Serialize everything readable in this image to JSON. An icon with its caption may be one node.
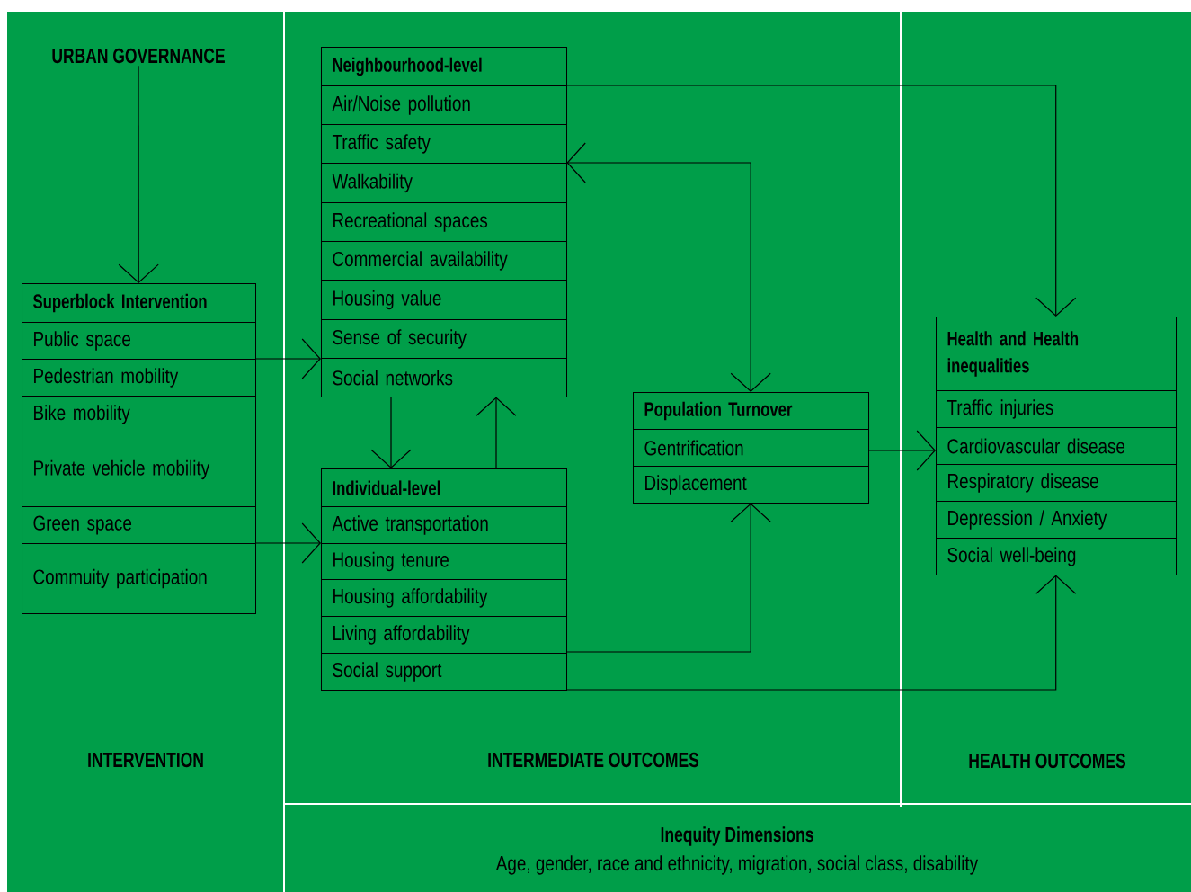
{
  "diagram": {
    "nodes": [
      {
        "text": [
          "URBAN GOVERNANCE"
        ]
      },
      {
        "text": [
          "Superblock Intervention",
          "Public space",
          "Pedestrian mobility",
          "Bike mobility",
          "Private vehicle mobility",
          "Green space",
          "Commuity participation"
        ]
      },
      {
        "text": [
          "Neighbourhood-level",
          "Air/Noise pollution",
          "Traffic safety",
          "Walkability",
          "Recreational spaces",
          "Commercial availability",
          "Housing value",
          "Sense of security",
          "Social networks"
        ]
      },
      {
        "text": [
          "Individual-level",
          "Active transportation",
          "Housing tenure",
          "Housing affordability",
          "Living affordability",
          "Social support"
        ]
      },
      {
        "text": [
          "Population Turnover",
          "Gentrification",
          "Displacement"
        ]
      },
      {
        "text": [
          "Health and Health inequalities",
          "Traffic injuries",
          "Cardiovascular disease",
          "Respiratory disease",
          "Depression / Anxiety",
          "Social well-being"
        ]
      }
    ],
    "edges": [
      {
        "from": 0,
        "to": 1,
        "arrow": "to"
      },
      {
        "from": 1,
        "to": 2,
        "arrow": "to"
      },
      {
        "from": 1,
        "to": 3,
        "arrow": "to"
      },
      {
        "from": 2,
        "to": 3,
        "arrow": "to"
      },
      {
        "from": 3,
        "to": 2,
        "arrow": "to"
      },
      {
        "from": 2,
        "to": 4,
        "arrow": "both"
      },
      {
        "from": 3,
        "to": 4,
        "arrow": "to"
      },
      {
        "from": 2,
        "to": 5,
        "arrow": "to"
      },
      {
        "from": 4,
        "to": 5,
        "arrow": "to"
      },
      {
        "from": 3,
        "to": 5,
        "arrow": "to"
      }
    ],
    "labels": [
      "INTERVENTION",
      "INTERMEDIATE OUTCOMES",
      "HEALTH OUTCOMES",
      "Inequity Dimensions",
      "Age, gender, race and ethnicity, migration, social class, disability"
    ]
  }
}
